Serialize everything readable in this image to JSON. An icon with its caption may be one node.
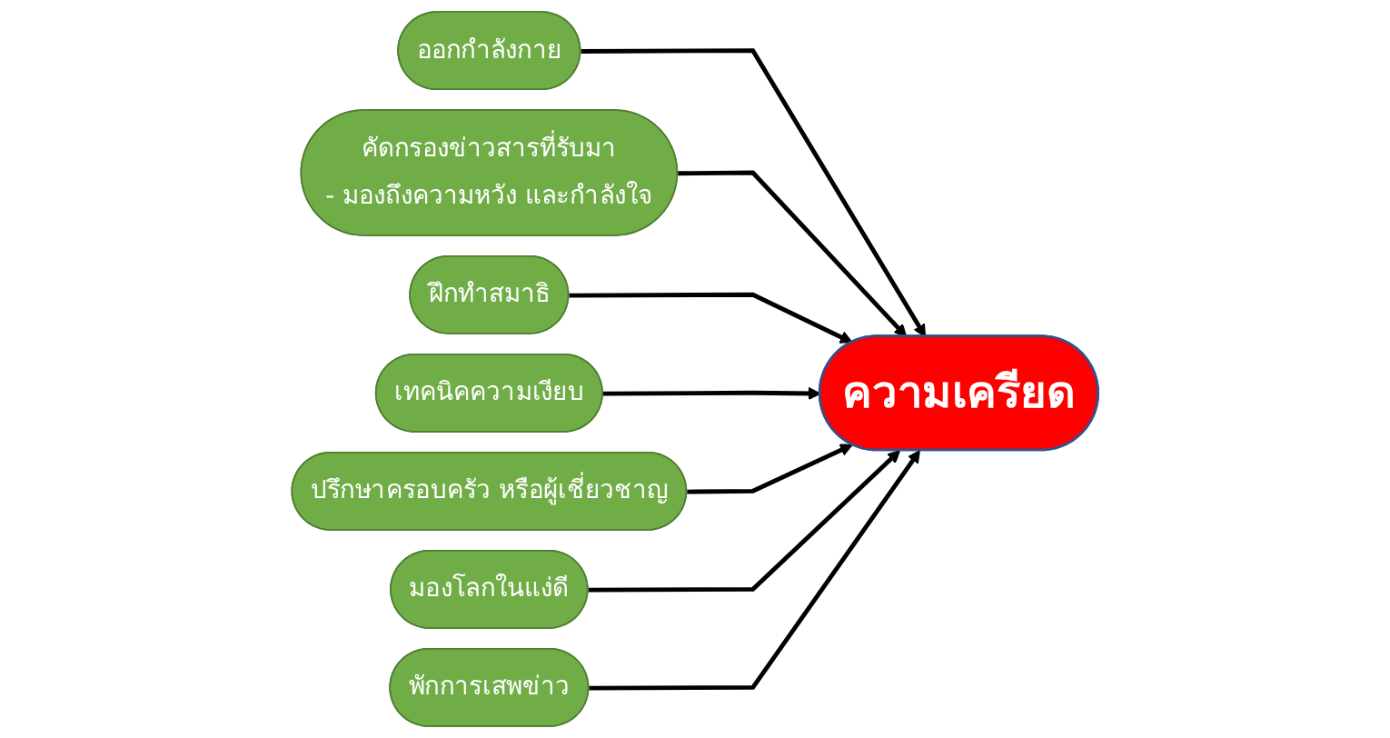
{
  "diagram": {
    "nodes": [
      {
        "text": [
          "ออกกำลังกาย"
        ]
      },
      {
        "text": [
          "คัดกรองข่าวสารที่รับมา",
          "- มองถึงความหวัง และกำลังใจ"
        ]
      },
      {
        "text": [
          "ฝึกทำสมาธิ"
        ]
      },
      {
        "text": [
          "เทคนิคความเงียบ"
        ]
      },
      {
        "text": [
          "ความเครียด"
        ]
      },
      {
        "text": [
          "ปรึกษาครอบครัว หรือผู้เชี่ยวชาญ"
        ]
      },
      {
        "text": [
          "มองโลกในแง่ดี"
        ]
      },
      {
        "text": [
          "พักการเสพข่าว"
        ]
      }
    ],
    "edges": [
      {
        "from": 0,
        "to": 4,
        "arrow": "to"
      },
      {
        "from": 1,
        "to": 4,
        "arrow": "to"
      },
      {
        "from": 2,
        "to": 4,
        "arrow": "to"
      },
      {
        "from": 3,
        "to": 4,
        "arrow": "to"
      },
      {
        "from": 5,
        "to": 4,
        "arrow": "to"
      },
      {
        "from": 6,
        "to": 4,
        "arrow": "to"
      },
      {
        "from": 7,
        "to": 4,
        "arrow": "to"
      }
    ]
  }
}
